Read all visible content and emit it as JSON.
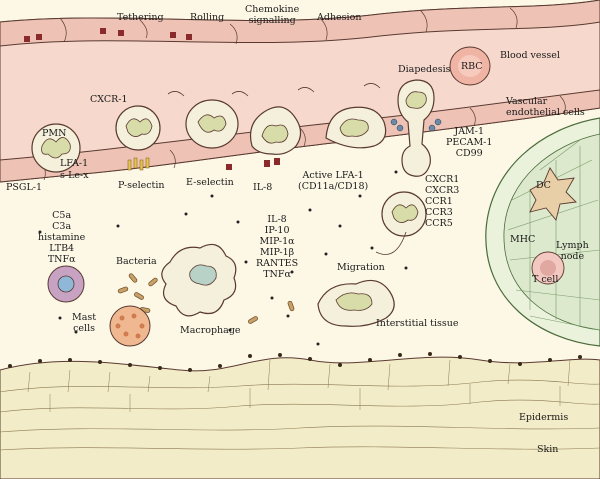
{
  "stages": {
    "tethering": "Tethering",
    "rolling": "Rolling",
    "chemokine": "Chemokine\nsignalling",
    "adhesion": "Adhesion",
    "diapedesis": "Diapedesis"
  },
  "vessel": {
    "blood_vessel": "Blood vessel",
    "rbc": "RBC",
    "endothelial": "Vascular\nendothelial cells"
  },
  "molecules": {
    "cxcr1_top": "CXCR-1",
    "pmn": "PMN",
    "lfa1": "LFA-1",
    "sle_x": "s-Le-x",
    "psgl1": "PSGL-1",
    "p_selectin": "P-selectin",
    "e_selectin": "E-selectin",
    "il8": "IL-8",
    "active_lfa": "Active LFA-1\n(CD11a/CD18)",
    "jam": "JAM-1\nPECAM-1\nCD99",
    "receptors": "CXCR1\nCXCR3\nCCR1\nCCR3\nCCR5"
  },
  "mediators": {
    "list": "C5a\nC3a\nhistamine\nLTB4\nTNFα"
  },
  "chemokines": {
    "list": "IL-8\nIP-10\nMIP-1α\nMIP-1β\nRANTES\nTNFα"
  },
  "tissue": {
    "mast_cells": "Mast\ncells",
    "bacteria": "Bacteria",
    "macrophage": "Macrophage",
    "migration": "Migration",
    "interstitial": "Interstitial tissue",
    "epidermis": "Epidermis",
    "skin": "Skin"
  },
  "lymph": {
    "dc": "DC",
    "mhc": "MHC",
    "lymph_node": "Lymph\nnode",
    "t_cell": "T cell"
  },
  "colors": {
    "vessel_fill": "#f6d8cc",
    "endothelium": "#eec3b6",
    "outline": "#5a3a30",
    "cell_fill": "#f4f0dc",
    "nucleus": "#d8dca8",
    "receptor_red": "#8a2a2a",
    "tissue": "#fdf8e6",
    "epidermis": "#f3ecc8",
    "lymph_green": "#cfe3c4",
    "mast_purple": "#c7a2c2",
    "bacteria": "#c8a06a"
  }
}
